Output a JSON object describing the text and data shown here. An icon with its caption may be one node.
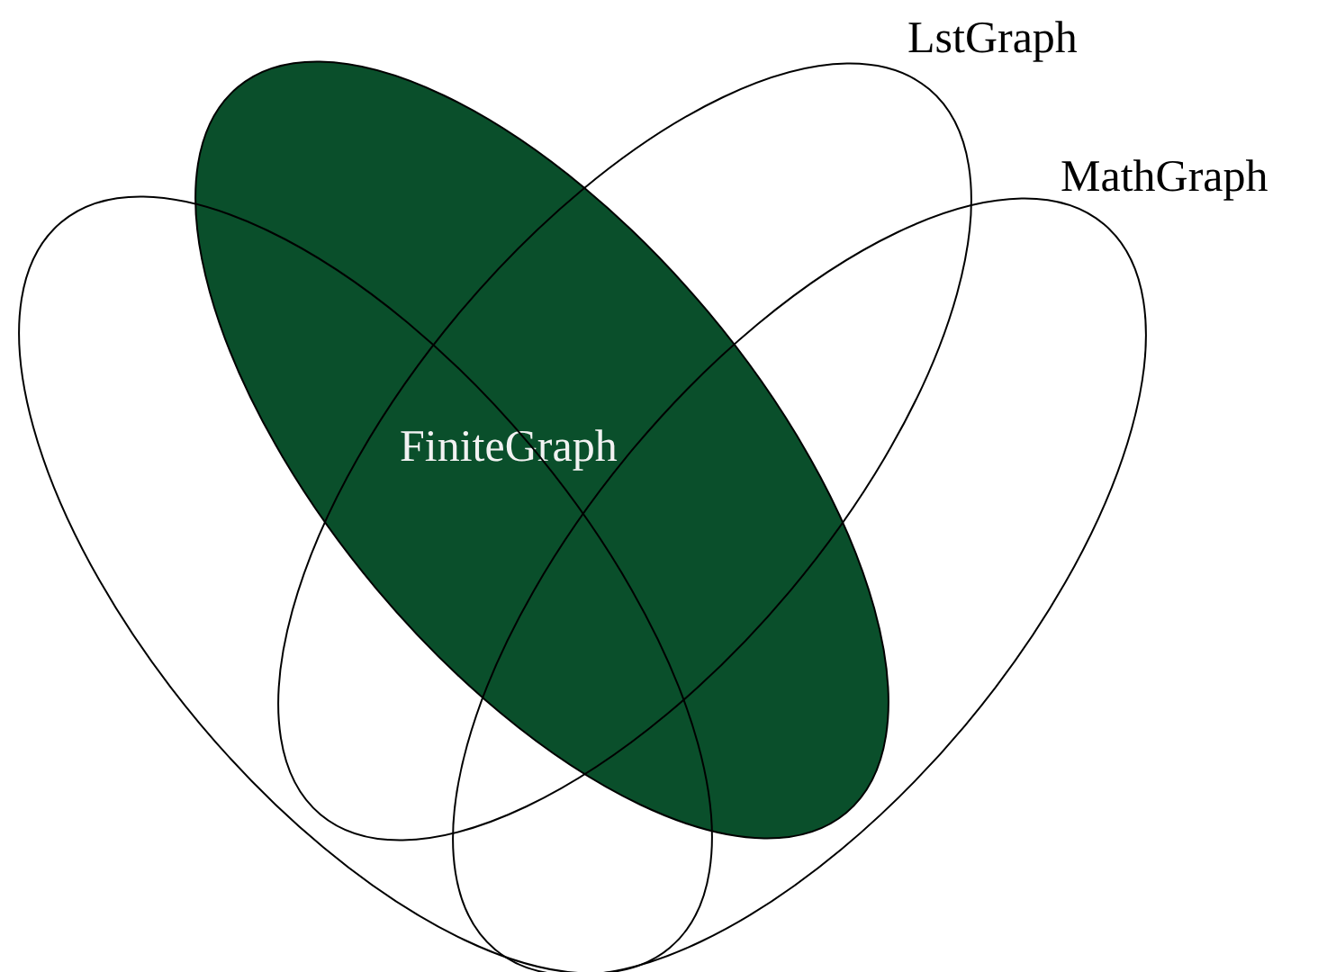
{
  "diagram": {
    "nodes": [
      {
        "text": [],
        "shape": "ellipse"
      },
      {
        "text": [
          "FiniteGraph"
        ]
      },
      {
        "text": [
          "LstGraph"
        ]
      },
      {
        "text": [
          "MathGraph"
        ]
      }
    ]
  }
}
